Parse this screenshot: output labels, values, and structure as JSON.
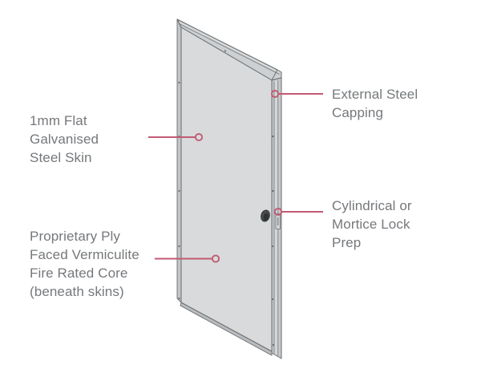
{
  "diagram": {
    "subject": "steel fire door exploded-label illustration",
    "annotations": [
      {
        "id": "steel-skin",
        "side": "left",
        "lines": [
          "1mm Flat",
          "Galvanised",
          "Steel Skin"
        ]
      },
      {
        "id": "fire-core",
        "side": "left",
        "lines": [
          "Proprietary Ply",
          "Faced Vermiculite",
          "Fire Rated Core",
          "(beneath skins)"
        ]
      },
      {
        "id": "steel-capping",
        "side": "right",
        "lines": [
          "External Steel",
          "Capping"
        ]
      },
      {
        "id": "lock-prep",
        "side": "right",
        "lines": [
          "Cylindrical or",
          "Mortice Lock",
          "Prep"
        ]
      }
    ]
  },
  "colors": {
    "background": "#ffffff",
    "accent": "#c25a73",
    "label_text": "#75787b",
    "door_face": "#d9dadb",
    "door_top": "#cdd0d2",
    "door_edge": "#c7cacc",
    "door_edge_left": "#c3c6c8",
    "door_bottom": "#b9bcbe",
    "door_outline": "#6a6d70",
    "door_seam": "#84878a"
  }
}
